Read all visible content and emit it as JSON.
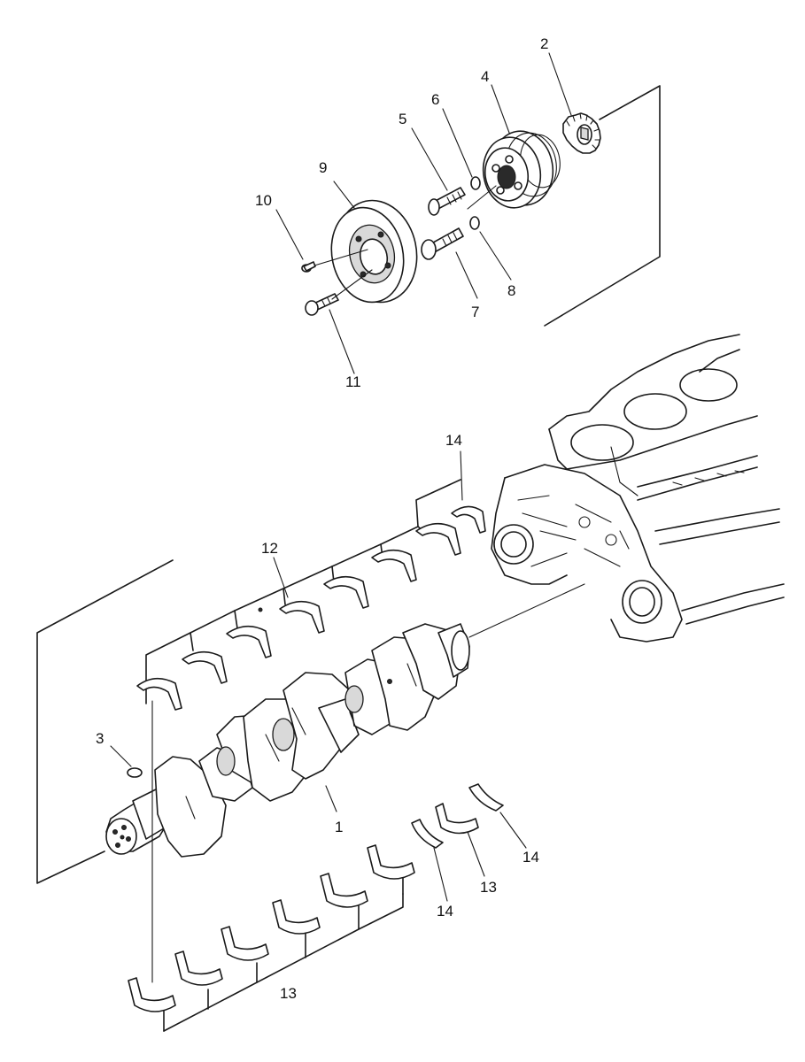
{
  "callouts": [
    {
      "id": "c1",
      "text": "1"
    },
    {
      "id": "c2",
      "text": "2"
    },
    {
      "id": "c3",
      "text": "3"
    },
    {
      "id": "c4",
      "text": "4"
    },
    {
      "id": "c5",
      "text": "5"
    },
    {
      "id": "c6",
      "text": "6"
    },
    {
      "id": "c7",
      "text": "7"
    },
    {
      "id": "c8",
      "text": "8"
    },
    {
      "id": "c9",
      "text": "9"
    },
    {
      "id": "c10",
      "text": "10"
    },
    {
      "id": "c11",
      "text": "11"
    },
    {
      "id": "c12",
      "text": "12"
    },
    {
      "id": "c13a",
      "text": "13"
    },
    {
      "id": "c13b",
      "text": "13"
    },
    {
      "id": "c14a",
      "text": "14"
    },
    {
      "id": "c14b",
      "text": "14"
    },
    {
      "id": "c14c",
      "text": "14"
    }
  ]
}
